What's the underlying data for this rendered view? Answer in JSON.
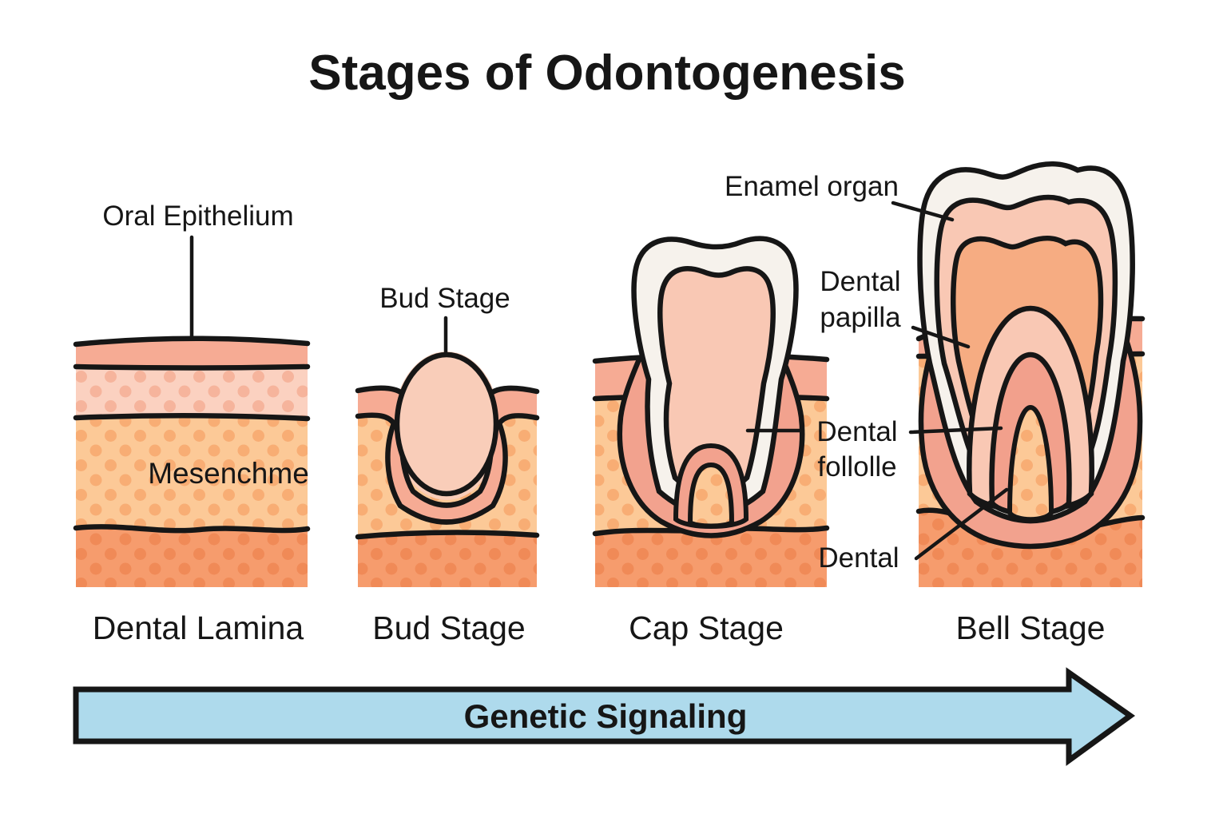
{
  "title": "Stages of Odontogenesis",
  "stage_labels": {
    "dental_lamina": "Dental Lamina",
    "bud_stage": "Bud Stage",
    "cap_stage": "Cap Stage",
    "bell_stage": "Bell Stage"
  },
  "annotations": {
    "oral_epithelium": "Oral Epithelium",
    "mesenchyme": "Mesenchme",
    "bud_stage_pointer": "Bud Stage",
    "enamel_organ": "Enamel organ",
    "dental_papilla": {
      "line1": "Dental",
      "line2": "papilla"
    },
    "dental_follicle": {
      "line1": "Dental",
      "line2": "follolle"
    },
    "dental": "Dental"
  },
  "arrow": {
    "label": "Genetic Signaling",
    "fill": "#AEDAEC"
  },
  "colors": {
    "outline": "#161616",
    "cream_enamel": "#F6F2EC",
    "epithelium_salmon": "#F6AB94",
    "socket_pink": "#F2A28E",
    "bud_light_pink": "#F9CDB9",
    "papilla_light_pink": "#F9C8B4",
    "papilla_orange": "#F6AC82",
    "inner_root_pink": "#F2A08C",
    "dotted_light_bg": "#FBD1C0",
    "dotted_light_dot": "#F6B49C",
    "mesenchyme_bg": "#FCC997",
    "mesenchyme_dot": "#F8AD74",
    "deep_layer_bg": "#F69C6D",
    "deep_layer_dot": "#F08A57",
    "arrow_blue": "#AEDAEC"
  }
}
